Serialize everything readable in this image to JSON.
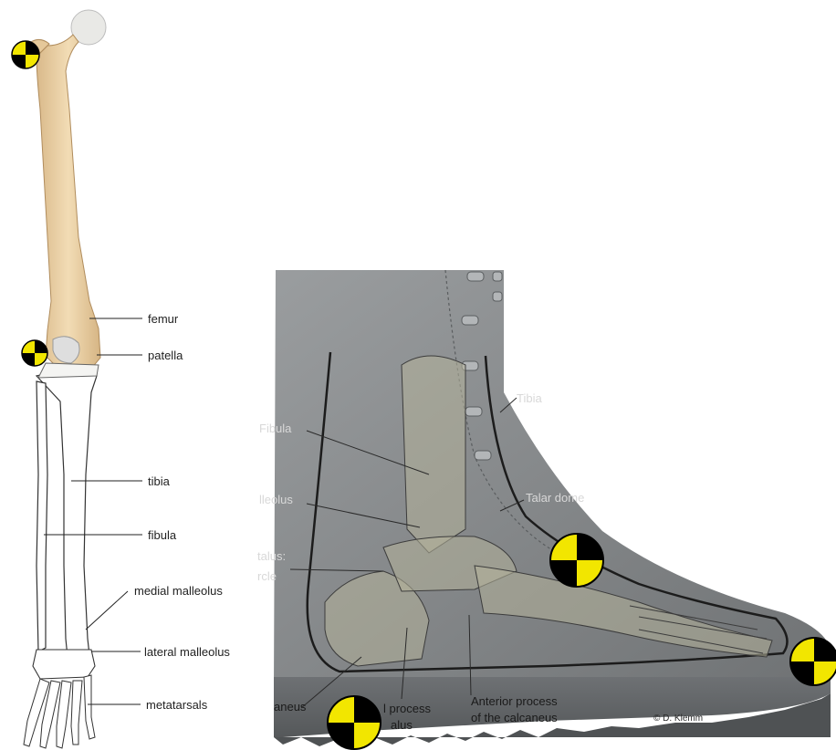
{
  "leg_labels": {
    "femur": "femur",
    "patella": "patella",
    "tibia": "tibia",
    "fibula": "fibula",
    "medial_malleolus": "medial malleolus",
    "lateral_malleolus": "lateral malleolus",
    "metatarsals": "metatarsals"
  },
  "boot_labels": {
    "tibia": "Tibia",
    "fibula": "Fibula",
    "malleolus": "lleolus",
    "talus_line1": "talus:",
    "talus_line2": "rcle",
    "talar_dome": "Talar dome",
    "calcaneus": "aneus",
    "process_talus_line1": "l process",
    "process_talus_line2": "alus",
    "anterior_process_line1": "Anterior process",
    "anterior_process_line2": "of the calcaneus",
    "credit": "© D. Klemm"
  },
  "colors": {
    "target_yellow": "#f2e600",
    "target_black": "#000000",
    "femur_bone": "#ecd2a4",
    "boot_gray": "#8a8d8f"
  }
}
